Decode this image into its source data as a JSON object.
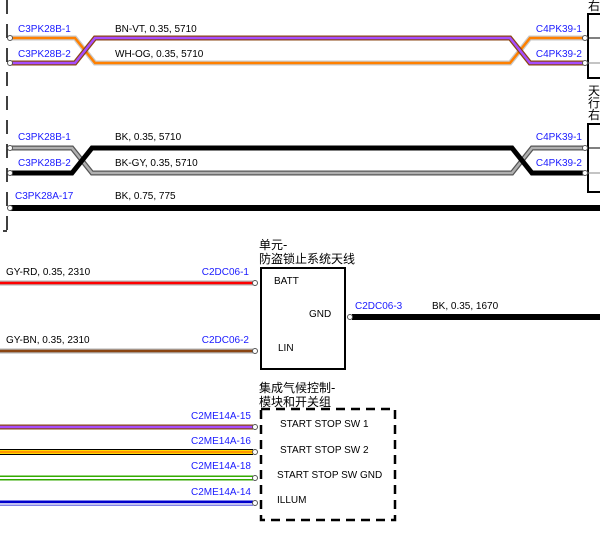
{
  "right_edge_labels": {
    "top": "右",
    "mid1": "天",
    "mid2": "行",
    "mid3": "右"
  },
  "harness_top": {
    "wire1": {
      "left_pin": "C3PK28B-1",
      "label": "BN-VT, 0.35, 5710",
      "right_pin": "C4PK39-1"
    },
    "wire2": {
      "left_pin": "C3PK28B-2",
      "label": "WH-OG, 0.35, 5710",
      "right_pin": "C4PK39-2"
    }
  },
  "harness_bottom": {
    "wire1": {
      "left_pin": "C3PK28B-1",
      "label": "BK, 0.35, 5710",
      "right_pin": "C4PK39-1"
    },
    "wire2": {
      "left_pin": "C3PK28B-2",
      "label": "BK-GY, 0.35, 5710",
      "right_pin": "C4PK39-2"
    }
  },
  "ground_wire": {
    "left_pin": "C3PK28A-17",
    "label": "BK, 0.75, 775"
  },
  "antenna_module": {
    "title_line1": "单元-",
    "title_line2": "防盗锁止系统天线",
    "pins": {
      "batt": "BATT",
      "gnd": "GND",
      "lin": "LIN"
    },
    "wires": {
      "batt": {
        "label": "GY-RD, 0.35, 2310",
        "pin": "C2DC06-1"
      },
      "lin": {
        "label": "GY-BN, 0.35, 2310",
        "pin": "C2DC06-2"
      },
      "gnd": {
        "label": "BK, 0.35, 1670",
        "pin": "C2DC06-3"
      }
    }
  },
  "climate_module": {
    "title_line1": "集成气候控制-",
    "title_line2": "模块和开关组",
    "pins": [
      "START STOP SW 1",
      "START STOP SW 2",
      "START STOP SW GND",
      "ILLUM"
    ],
    "connectors": [
      "C2ME14A-15",
      "C2ME14A-16",
      "C2ME14A-18",
      "C2ME14A-14"
    ]
  },
  "colors": {
    "connector_text": "#1a1aff",
    "violet": "#a64dff",
    "brown": "#8b4513",
    "orange": "#ff8000",
    "red": "#ff0000",
    "yellow": "#ffd700",
    "green": "#33aa00",
    "blue": "#0000cc",
    "gray": "#a0a0a0"
  }
}
